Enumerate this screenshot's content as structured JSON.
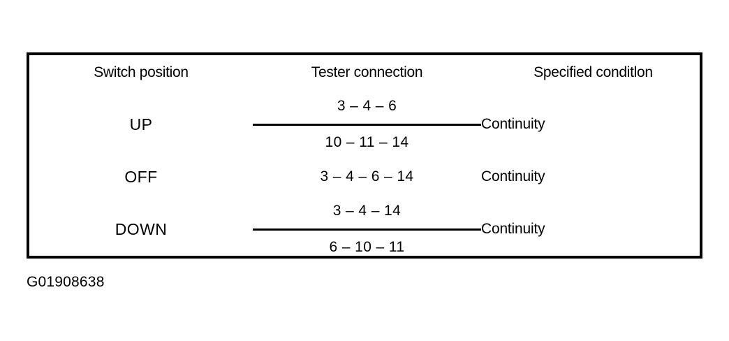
{
  "table": {
    "columns": [
      {
        "key": "switch_position",
        "label": "Switch position"
      },
      {
        "key": "tester_connection",
        "label": "Tester connection"
      },
      {
        "key": "specified_condition",
        "label": "Specified conditlon"
      }
    ],
    "rows": [
      {
        "switch_position": "UP",
        "tester_connection": [
          "3 – 4 – 6",
          "10 – 11 – 14"
        ],
        "specified_condition": "Continuity"
      },
      {
        "switch_position": "OFF",
        "tester_connection": [
          "3 – 4 – 6 – 14"
        ],
        "specified_condition": "Continuity"
      },
      {
        "switch_position": "DOWN",
        "tester_connection": [
          "3 – 4 – 14",
          "6 – 10 – 11"
        ],
        "specified_condition": "Continuity"
      }
    ]
  },
  "caption": {
    "figure_id": "G01908638"
  },
  "colors": {
    "background": "#ffffff",
    "ink": "#000000"
  }
}
